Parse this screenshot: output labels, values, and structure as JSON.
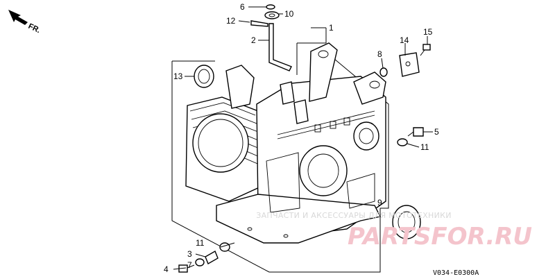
{
  "direction_label": "FR.",
  "drawing_code": "V034-E0300A",
  "watermark": {
    "text_top": "ЗАПЧАСТИ И АКСЕССУАРЫ ДЛЯ МОТОТЕХНИКИ",
    "text_main": "PARTSFOR.RU"
  },
  "callouts": [
    {
      "id": "c6",
      "label": "6"
    },
    {
      "id": "c10",
      "label": "10"
    },
    {
      "id": "c12",
      "label": "12"
    },
    {
      "id": "c1",
      "label": "1"
    },
    {
      "id": "c2",
      "label": "2"
    },
    {
      "id": "c14",
      "label": "14"
    },
    {
      "id": "c15",
      "label": "15"
    },
    {
      "id": "c8",
      "label": "8"
    },
    {
      "id": "c13",
      "label": "13"
    },
    {
      "id": "c5",
      "label": "5"
    },
    {
      "id": "c11a",
      "label": "11"
    },
    {
      "id": "c9",
      "label": "9"
    },
    {
      "id": "c11b",
      "label": "11"
    },
    {
      "id": "c3",
      "label": "3"
    },
    {
      "id": "c7",
      "label": "7"
    },
    {
      "id": "c4",
      "label": "4"
    }
  ]
}
